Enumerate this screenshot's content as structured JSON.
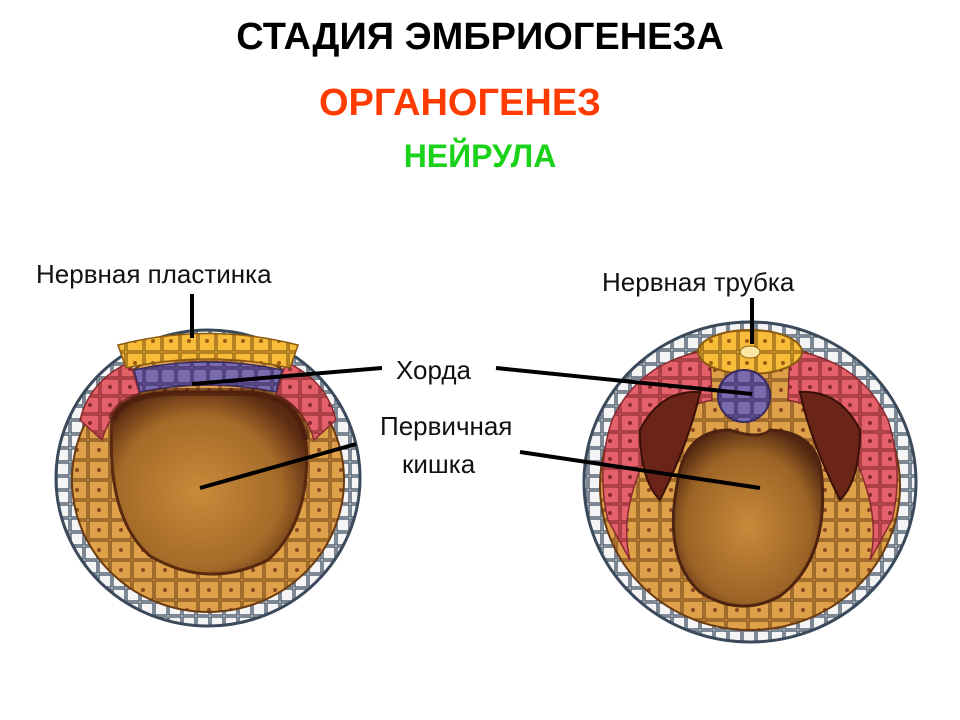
{
  "header": {
    "title": "СТАДИЯ ЭМБРИОГЕНЕЗА",
    "subtitle": "ОРГАНОГЕНЕЗ",
    "stage": "НЕЙРУЛА"
  },
  "labels": {
    "neural_plate": "Нервная пластинка",
    "neural_tube": "Нервная трубка",
    "notochord": "Хорда",
    "primary_gut_line1": "Первичная",
    "primary_gut_line2": "кишка"
  },
  "colors": {
    "ectoderm": "#f2f2f2",
    "neural": "#f5b830",
    "notochord": "#6a5a9e",
    "mesoderm": "#e05565",
    "endoderm": "#d99a40",
    "gut": "#a8722a",
    "dark_cavity": "#6b2418"
  }
}
